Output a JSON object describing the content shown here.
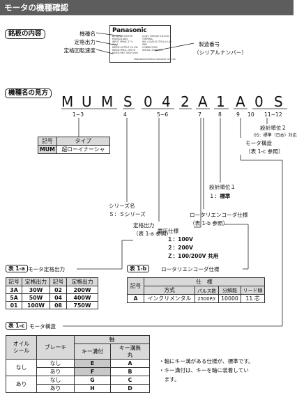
{
  "title": "モータの機種確認",
  "nameplate_section": {
    "pill": "銘板の内容",
    "labels": [
      "機種名",
      "定格出力",
      "定格回転速度"
    ],
    "serial_label": "製造番号",
    "serial_sub": "（シリアルナンバー）",
    "plate_brand": "Panasonic",
    "plate_lines": [
      "AC SERVO MOTOR",
      "MUM52A1A0S",
      "INPUT 3PHAC 57 V",
      "3.6 A",
      "RATED OUTPUT 0.2 kW",
      "RATED FREQ. 200 Hz",
      "RATED REV. 3000 r/min"
    ],
    "plate_lines_right": [
      "CONT. TORQUE 0.64 Nm",
      "THERMAL",
      "INS. CLASS B (TÜV) A (UL)",
      "IP65",
      "CONNECTION",
      "SER.No. 03050001"
    ],
    "plate_bottom": "Matsushita Electric Industrial Co., Ltd."
  },
  "model_section": {
    "pill": "機種名の見方",
    "letters": [
      "M",
      "U",
      "M",
      "S",
      "0",
      "4",
      "2",
      "A",
      "1",
      "A",
      "0",
      "S"
    ],
    "positions": [
      "1~3",
      "4",
      "5~6",
      "7",
      "8",
      "9",
      "10",
      "11~12"
    ],
    "design_order2": "設計順位２",
    "design_order2_sub": "0S：標準（日本）対応",
    "motor_structure": "モータ構造",
    "motor_structure_ref": "（表 1-c 参照）",
    "design_order1": "設計順位１",
    "design_order1_val": "１：",
    "design_order1_val_b": "標準",
    "encoder_spec": "ロータリエンコーダ仕様",
    "encoder_ref": "（表 1-b 参照）",
    "voltage_spec": "電圧仕様",
    "voltage_vals": [
      "１：100V",
      "２：200V",
      "Ｚ：100/200V 共用"
    ],
    "rated_output": "定格出力",
    "rated_output_ref": "（表 1-a 参照）",
    "series_name": "シリーズ名",
    "series_val": "Ｓ：Ｓシリーズ",
    "type_table": {
      "headers": [
        "記号",
        "タイプ"
      ],
      "rows": [
        [
          "MUM",
          "超ローイナーシャ"
        ]
      ]
    }
  },
  "table_1a": {
    "tag": "表 1-a",
    "title": "モータ定格出力",
    "headers": [
      "記号",
      "定格出力",
      "記号",
      "定格出力"
    ],
    "rows": [
      [
        "3A",
        "30W",
        "02",
        "200W"
      ],
      [
        "5A",
        "50W",
        "04",
        "400W"
      ],
      [
        "01",
        "100W",
        "08",
        "750W"
      ]
    ]
  },
  "table_1b": {
    "tag": "表 1-b",
    "title": "ロータリエンコーダ仕様",
    "h_symbol": "記号",
    "h_spec": "仕　様",
    "sub_headers": [
      "方式",
      "パルス数",
      "分解能",
      "リード線"
    ],
    "rows": [
      [
        "A",
        "インクリメンタル",
        "2500P/r",
        "10000",
        "11 芯"
      ]
    ]
  },
  "table_1c": {
    "tag": "表 1-c",
    "title": "モータ構造",
    "h_oil": "オイル\nシール",
    "h_oil_1": "オイル",
    "h_oil_2": "シール",
    "h_brake": "ブレーキ",
    "h_shaft": "軸",
    "h_key": "キー溝付",
    "h_nokey": "キー溝無",
    "h_nokey_2": "丸",
    "rows": [
      [
        "なし",
        "なし",
        "E",
        "A"
      ],
      [
        "",
        "あり",
        "F",
        "B"
      ],
      [
        "あり",
        "なし",
        "G",
        "C"
      ],
      [
        "",
        "あり",
        "H",
        "D"
      ]
    ],
    "notes": [
      "・軸にキー溝がある仕様が、標準です。",
      "・キー溝付は、キーを軸に装着してい",
      "　ます。"
    ]
  },
  "colors": {
    "title_bg": "#5d5d5d",
    "header_bg": "#d9d9d9",
    "highlight": "#c8c8c8"
  }
}
